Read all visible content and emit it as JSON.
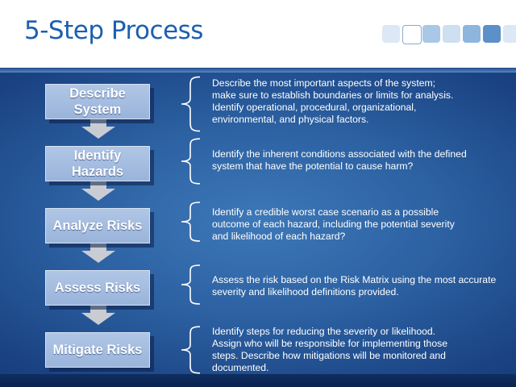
{
  "header": {
    "title": "5-Step Process",
    "tile_colors": [
      "#dce8f5",
      "#ffffff",
      "#a9c7e6",
      "#cddff0",
      "#8db5de",
      "#5b90c8",
      "#dce8f5"
    ]
  },
  "colors": {
    "background": "#2c61a2",
    "step_box": "#a6bee0",
    "arrow": "#c9ccd3",
    "text": "#ffffff"
  },
  "steps": [
    {
      "label": "Describe\nSystem",
      "description": [
        "Describe the most important aspects of the system;",
        "make sure to establish boundaries or limits for analysis.",
        "Identify operational, procedural, organizational,",
        "environmental, and physical factors."
      ]
    },
    {
      "label": "Identify\nHazards",
      "description": [
        "Identify the inherent conditions associated with the defined",
        "system that have the potential to cause harm?"
      ]
    },
    {
      "label": "Analyze Risks",
      "description": [
        "Identify a credible worst case scenario as a possible",
        "outcome of each hazard, including the potential severity",
        "and likelihood of each hazard?"
      ]
    },
    {
      "label": "Assess Risks",
      "description": [
        "Assess the risk based on the Risk Matrix using the most accurate",
        "severity and likelihood definitions provided."
      ]
    },
    {
      "label": "Mitigate Risks",
      "description": [
        "Identify steps for reducing the severity or likelihood.",
        "Assign who will be responsible for implementing those",
        "steps. Describe how mitigations will be monitored and",
        "documented."
      ]
    }
  ]
}
